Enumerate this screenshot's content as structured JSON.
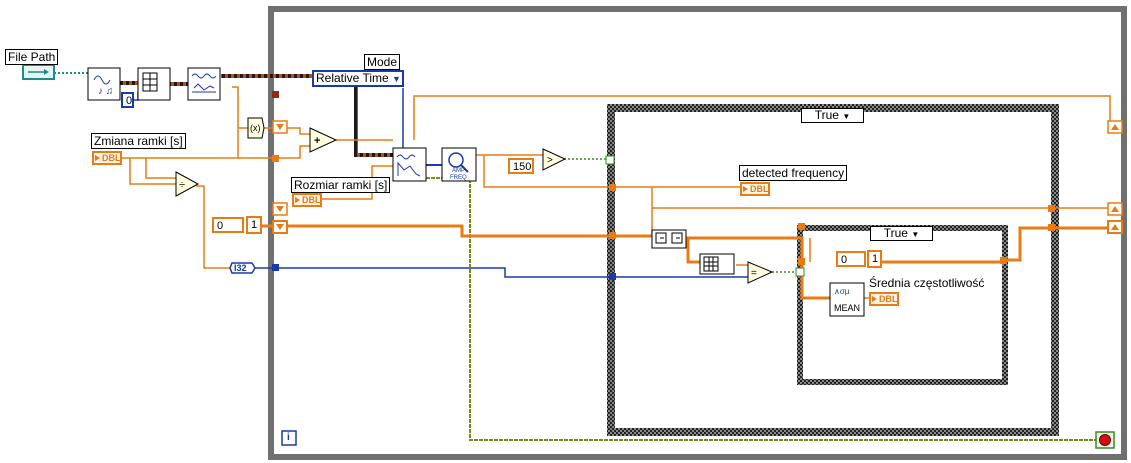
{
  "controls": {
    "file_path": "File Path",
    "mode": "Mode",
    "mode_value": "Relative Time",
    "zmiana_ramki": "Zmiana ramki [s]",
    "rozmiar_ramki": "Rozmiar ramki [s]",
    "detected_frequency": "detected frequency",
    "srednia": "Średnia częstotliwość"
  },
  "terminals": {
    "dbl": "DBL",
    "i32": "I32"
  },
  "constants": {
    "zero_index": "0",
    "threshold": "150",
    "array_init_a": "0",
    "array_init_b": "1",
    "array_init_c": "0",
    "array_init_d": "1"
  },
  "case_structures": {
    "outer_selector": "True",
    "inner_selector": "True"
  },
  "functions": {
    "mean": "MEAN",
    "amp_freq": "AMP FREQ",
    "iteration": "i"
  },
  "colors": {
    "dbl_wire": "#e87b13",
    "int_wire": "#1a3aa8",
    "bool_wire": "#3a8a20",
    "dyn_wire": "#1a3aa8",
    "structure_border": "#6b6b6b"
  }
}
